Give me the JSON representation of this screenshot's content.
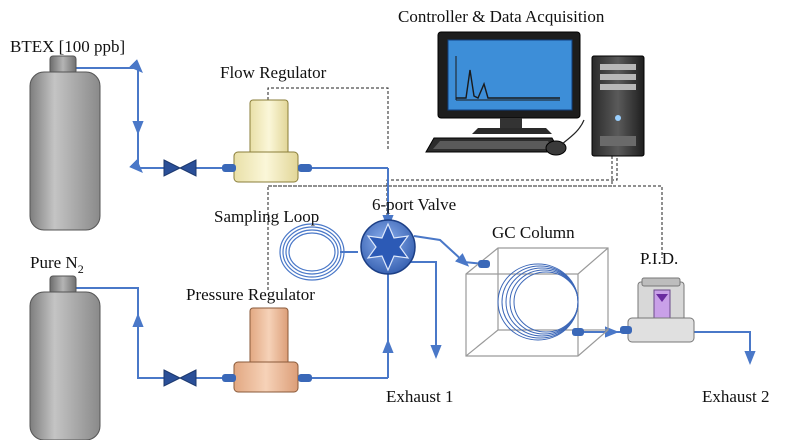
{
  "labels": {
    "controller": "Controller & Data Acquisition",
    "btex": "BTEX [100 ppb]",
    "flow_regulator": "Flow Regulator",
    "six_port_valve": "6-port Valve",
    "sampling_loop": "Sampling Loop",
    "gc_column": "GC Column",
    "pid": "P.I.D.",
    "pure_n2_base": "Pure N",
    "pure_n2_sub": "2",
    "pressure_regulator": "Pressure Regulator",
    "exhaust1": "Exhaust 1",
    "exhaust2": "Exhaust 2"
  },
  "colors": {
    "gas_line": "#4a78c8",
    "cylinder": "#9c9c9c",
    "flow_regulator": "#f6f0c4",
    "pressure_regulator": "#f0c2a4",
    "valve": "#3e6fd0",
    "screen": "#3d8ed8",
    "pid_window": "#c9a0e8"
  },
  "icons": [
    "gas-cylinder-icon",
    "needle-valve-icon",
    "monitor-icon",
    "pc-tower-icon",
    "keyboard-icon",
    "mouse-icon",
    "coil-icon",
    "six-port-valve-icon",
    "gc-oven-icon",
    "pid-detector-icon"
  ]
}
